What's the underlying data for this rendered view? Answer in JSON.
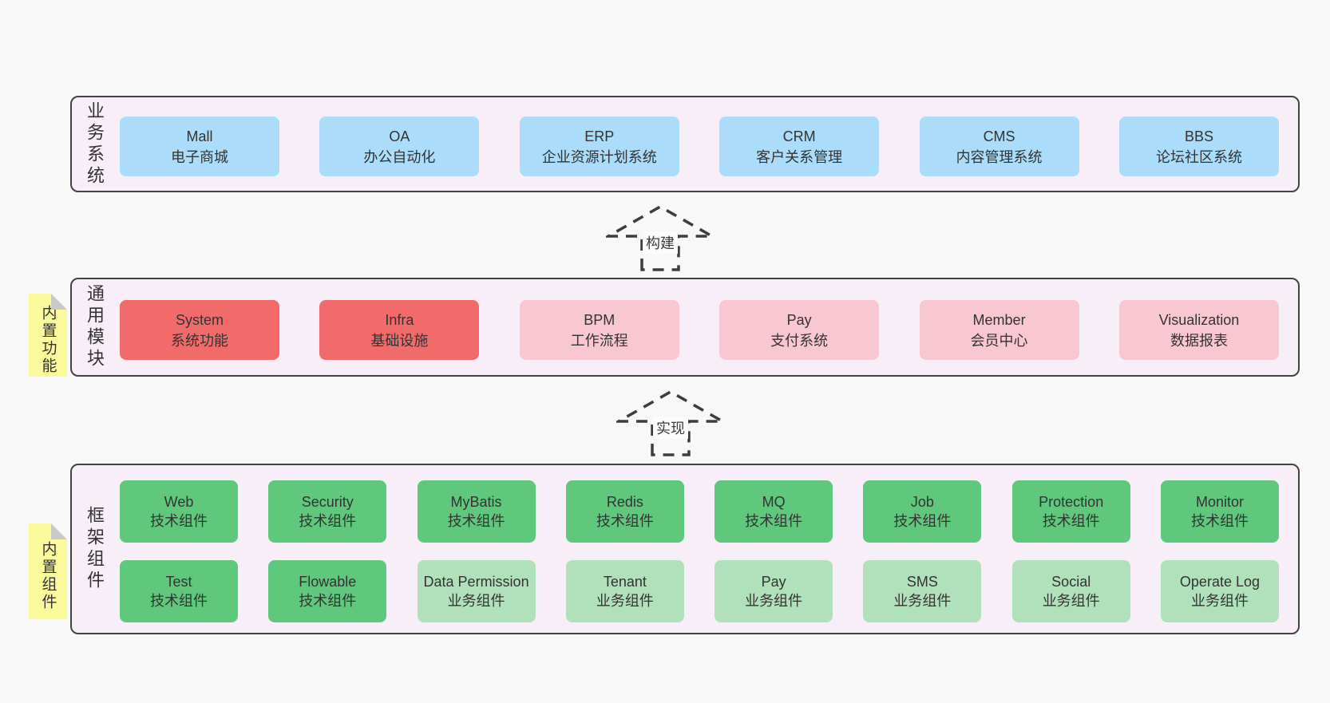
{
  "colors": {
    "page_background": "#f8f8f8",
    "container_background": "#f8eef7",
    "container_border": "#434343",
    "blue_box": "#abdcfa",
    "red_box": "#f16b6b",
    "pink_box": "#f9c7d1",
    "green_dark_box": "#5fc87d",
    "green_light_box": "#b0e1bb",
    "sticky_yellow": "#fafa9d",
    "text": "#333333"
  },
  "arrows": [
    {
      "label": "构建"
    },
    {
      "label": "实现"
    }
  ],
  "layers": {
    "business": {
      "label": "业务系统",
      "boxes": [
        {
          "name": "Mall",
          "desc": "电子商城"
        },
        {
          "name": "OA",
          "desc": "办公自动化"
        },
        {
          "name": "ERP",
          "desc": "企业资源计划系统"
        },
        {
          "name": "CRM",
          "desc": "客户关系管理"
        },
        {
          "name": "CMS",
          "desc": "内容管理系统"
        },
        {
          "name": "BBS",
          "desc": "论坛社区系统"
        }
      ]
    },
    "modules": {
      "label": "通用模块",
      "sticky": "内置功能",
      "boxes": [
        {
          "name": "System",
          "desc": "系统功能"
        },
        {
          "name": "Infra",
          "desc": "基础设施"
        },
        {
          "name": "BPM",
          "desc": "工作流程"
        },
        {
          "name": "Pay",
          "desc": "支付系统"
        },
        {
          "name": "Member",
          "desc": "会员中心"
        },
        {
          "name": "Visualization",
          "desc": "数据报表"
        }
      ]
    },
    "components": {
      "label": "框架组件",
      "sticky": "内置组件",
      "row1": [
        {
          "name": "Web",
          "desc": "技术组件"
        },
        {
          "name": "Security",
          "desc": "技术组件"
        },
        {
          "name": "MyBatis",
          "desc": "技术组件"
        },
        {
          "name": "Redis",
          "desc": "技术组件"
        },
        {
          "name": "MQ",
          "desc": "技术组件"
        },
        {
          "name": "Job",
          "desc": "技术组件"
        },
        {
          "name": "Protection",
          "desc": "技术组件"
        },
        {
          "name": "Monitor",
          "desc": "技术组件"
        }
      ],
      "row2": [
        {
          "name": "Test",
          "desc": "技术组件"
        },
        {
          "name": "Flowable",
          "desc": "技术组件"
        },
        {
          "name": "Data Permission",
          "desc": "业务组件"
        },
        {
          "name": "Tenant",
          "desc": "业务组件"
        },
        {
          "name": "Pay",
          "desc": "业务组件"
        },
        {
          "name": "SMS",
          "desc": "业务组件"
        },
        {
          "name": "Social",
          "desc": "业务组件"
        },
        {
          "name": "Operate Log",
          "desc": "业务组件"
        }
      ]
    }
  }
}
